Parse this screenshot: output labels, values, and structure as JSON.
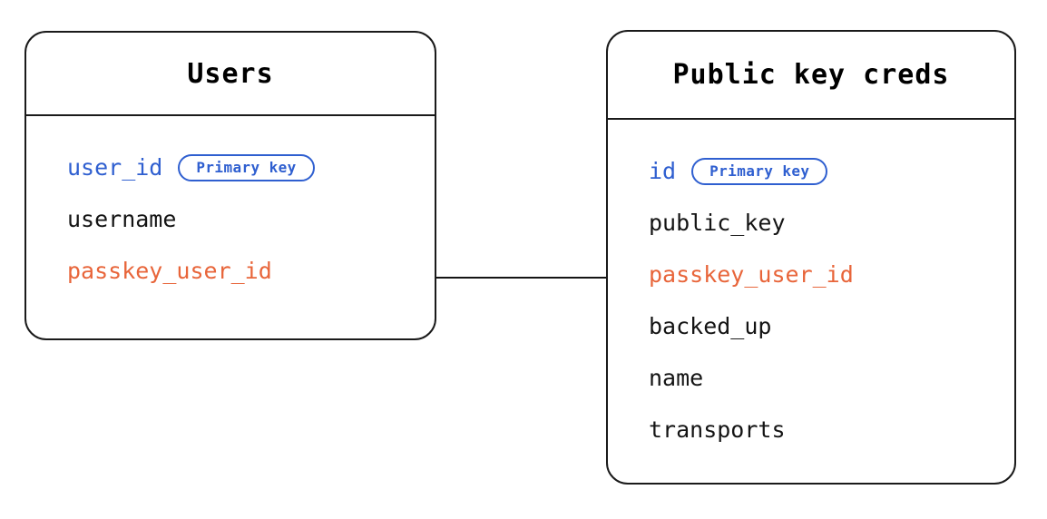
{
  "diagram": {
    "type": "entity-relationship-diagram",
    "background_color": "#ffffff",
    "colors": {
      "border": "#1a1a1a",
      "text": "#141414",
      "primary_key": "#2f5fd0",
      "foreign_key": "#e8653a",
      "connector": "#141414"
    }
  },
  "entities": [
    {
      "id": "users",
      "title": "Users",
      "fields": [
        {
          "name": "user_id",
          "role": "pk",
          "badge": "Primary key"
        },
        {
          "name": "username",
          "role": "plain",
          "badge": null
        },
        {
          "name": "passkey_user_id",
          "role": "fk",
          "badge": null
        }
      ]
    },
    {
      "id": "public-key-creds",
      "title": "Public key creds",
      "fields": [
        {
          "name": "id",
          "role": "pk",
          "badge": "Primary key"
        },
        {
          "name": "public_key",
          "role": "plain",
          "badge": null
        },
        {
          "name": "passkey_user_id",
          "role": "fk",
          "badge": null
        },
        {
          "name": "backed_up",
          "role": "plain",
          "badge": null
        },
        {
          "name": "name",
          "role": "plain",
          "badge": null
        },
        {
          "name": "transports",
          "role": "plain",
          "badge": null
        }
      ]
    }
  ],
  "relationships": [
    {
      "id": "users-to-public-key-creds",
      "from_entity": "users",
      "from_field": "passkey_user_id",
      "to_entity": "public-key-creds",
      "to_field": "passkey_user_id",
      "style": "solid-line"
    }
  ]
}
